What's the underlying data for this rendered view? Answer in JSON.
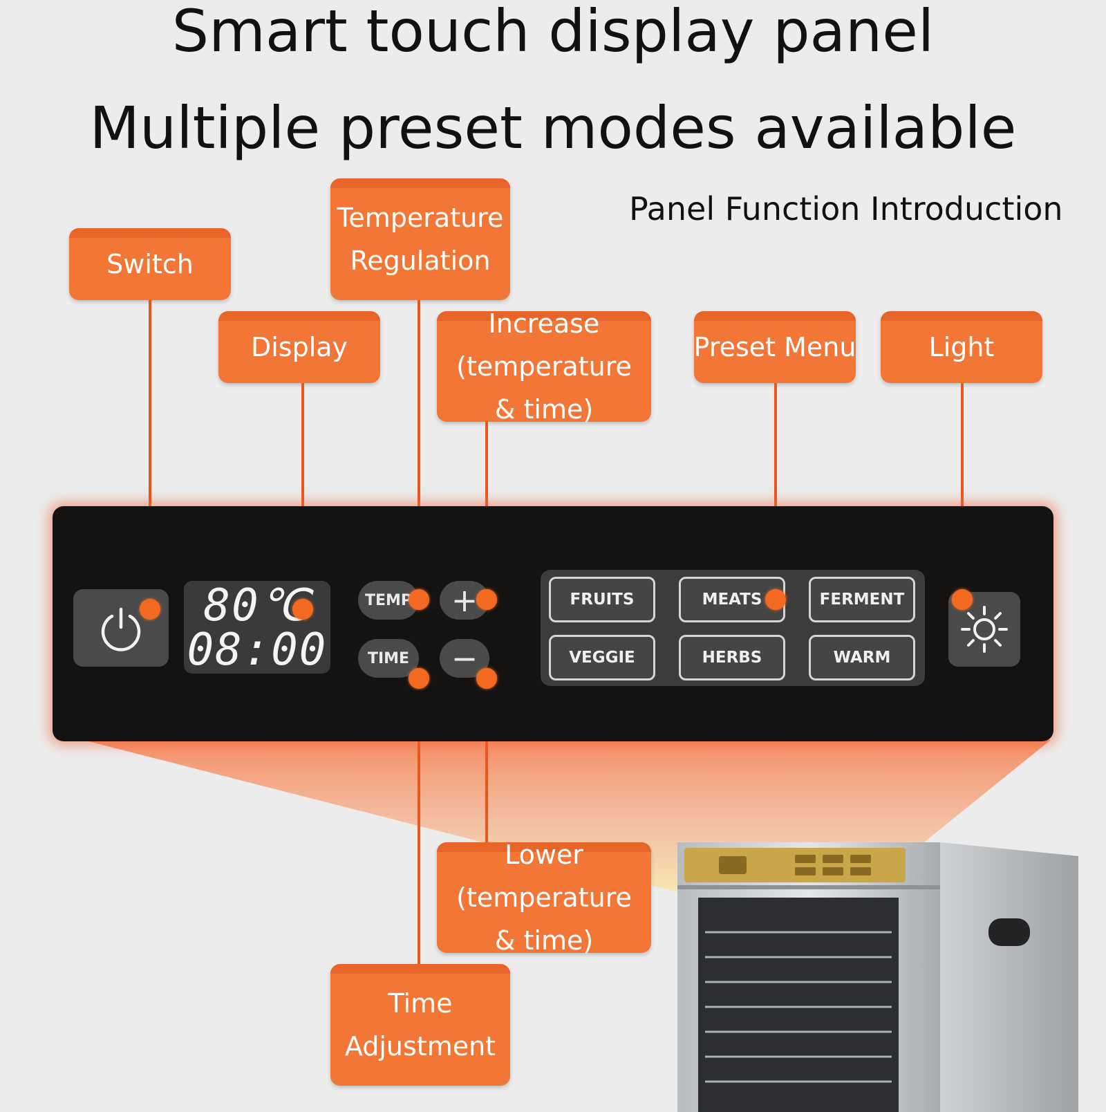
{
  "headline_1": "Smart touch display panel",
  "headline_2": "Multiple preset modes available",
  "subtitle": "Panel Function Introduction",
  "callouts": {
    "switch": "Switch",
    "display": "Display",
    "temperature_regulation": [
      "Temperature",
      "Regulation"
    ],
    "increase": [
      "Increase",
      "(temperature",
      "& time)"
    ],
    "preset_menu": "Preset Menu",
    "light": "Light",
    "lower": [
      "Lower",
      "(temperature",
      "& time)"
    ],
    "time_adjustment": [
      "Time",
      "Adjustment"
    ]
  },
  "panel": {
    "display_temp": "80℃",
    "display_time": "08:00",
    "temp_button": "TEMP",
    "time_button": "TIME",
    "plus_button": "+",
    "minus_button": "−",
    "presets": [
      "FRUITS",
      "MEATS",
      "FERMENT",
      "VEGGIE",
      "HERBS",
      "WARM"
    ],
    "icons": {
      "switch": "power-icon",
      "light": "sun-icon"
    }
  },
  "colors": {
    "callout": "#f27636",
    "leader": "#e8571c",
    "panel": "#151212",
    "background": "#ececec"
  }
}
